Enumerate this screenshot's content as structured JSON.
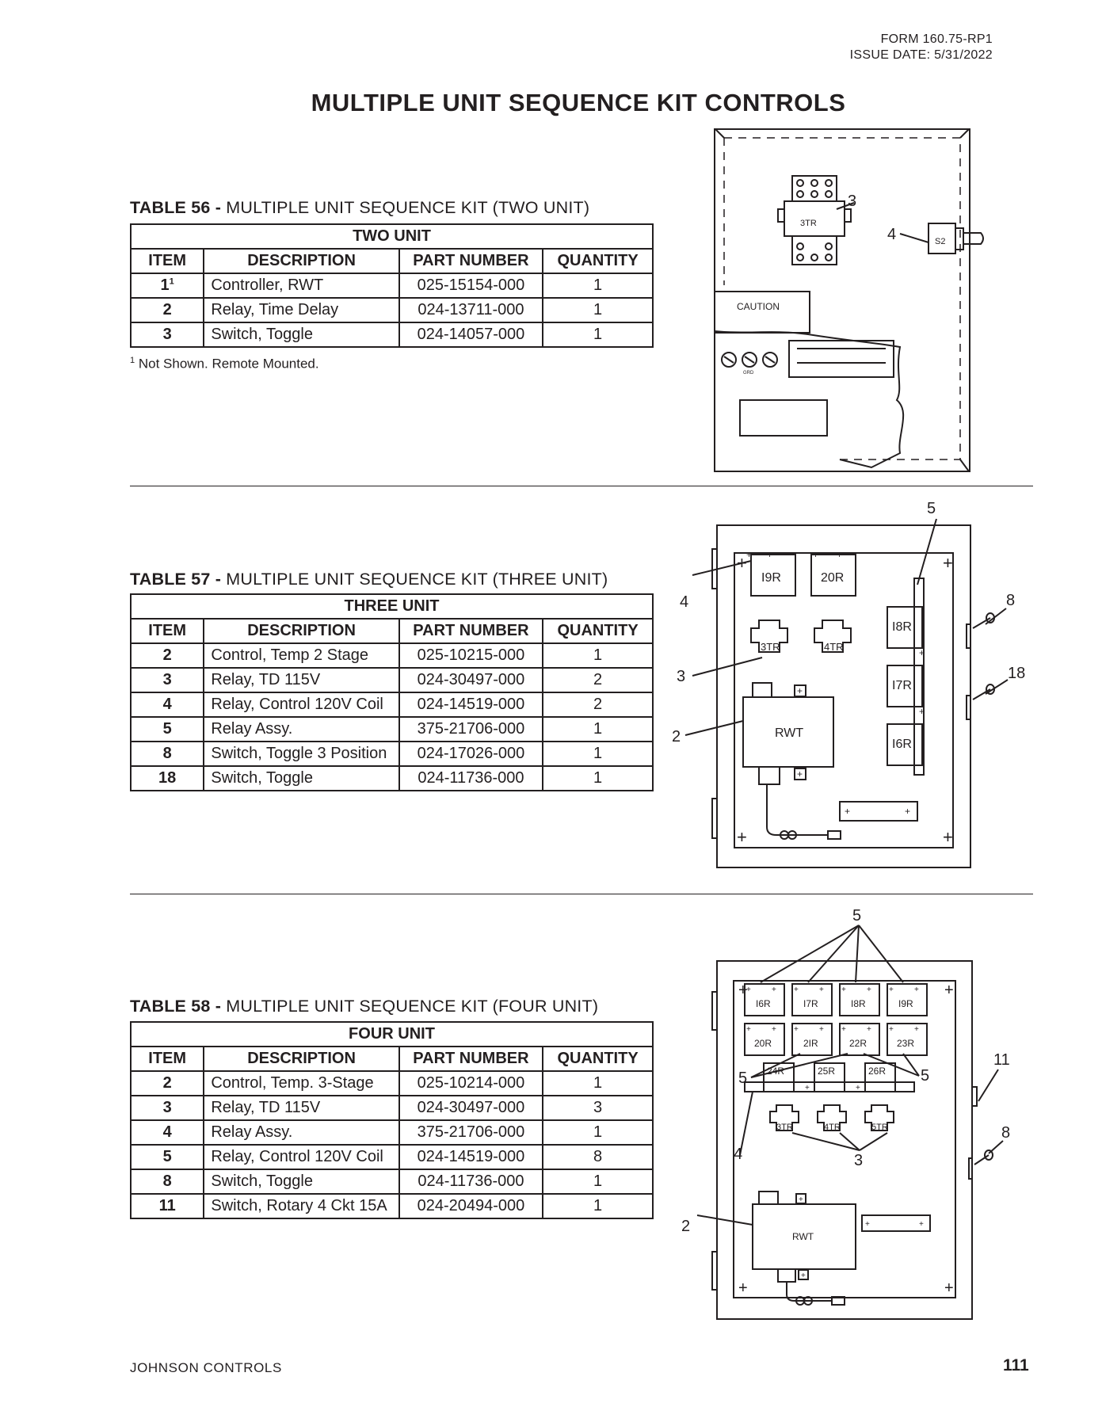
{
  "header": {
    "form": "FORM 160.75-RP1",
    "issue_date": "ISSUE DATE: 5/31/2022"
  },
  "page_title": "MULTIPLE UNIT SEQUENCE KIT CONTROLS",
  "columns": {
    "item": "ITEM",
    "description": "DESCRIPTION",
    "part_number": "PART NUMBER",
    "quantity": "QUANTITY"
  },
  "table56": {
    "label": "TABLE 56 -",
    "title": "MULTIPLE UNIT SEQUENCE KIT (TWO UNIT)",
    "group": "TWO UNIT",
    "rows": [
      {
        "item": "1",
        "item_sup": "1",
        "description": "Controller, RWT",
        "part_number": "025-15154-000",
        "quantity": "1"
      },
      {
        "item": "2",
        "description": "Relay, Time Delay",
        "part_number": "024-13711-000",
        "quantity": "1"
      },
      {
        "item": "3",
        "description": "Switch, Toggle",
        "part_number": "024-14057-000",
        "quantity": "1"
      }
    ],
    "footnote_mark": "1",
    "footnote": "Not Shown.  Remote Mounted."
  },
  "table57": {
    "label": "TABLE 57 -",
    "title": "MULTIPLE UNIT SEQUENCE KIT (THREE UNIT)",
    "group": "THREE UNIT",
    "rows": [
      {
        "item": "2",
        "description": "Control, Temp 2 Stage",
        "part_number": "025-10215-000",
        "quantity": "1"
      },
      {
        "item": "3",
        "description": "Relay, TD 115V",
        "part_number": "024-30497-000",
        "quantity": "2"
      },
      {
        "item": "4",
        "description": "Relay, Control 120V Coil",
        "part_number": "024-14519-000",
        "quantity": "2"
      },
      {
        "item": "5",
        "description": "Relay Assy.",
        "part_number": "375-21706-000",
        "quantity": "1"
      },
      {
        "item": "8",
        "description": "Switch, Toggle 3 Position",
        "part_number": "024-17026-000",
        "quantity": "1"
      },
      {
        "item": "18",
        "description": "Switch, Toggle",
        "part_number": "024-11736-000",
        "quantity": "1"
      }
    ]
  },
  "table58": {
    "label": "TABLE 58 -",
    "title": "MULTIPLE UNIT SEQUENCE KIT (FOUR UNIT)",
    "group": "FOUR UNIT",
    "rows": [
      {
        "item": "2",
        "description": "Control, Temp. 3-Stage",
        "part_number": "025-10214-000",
        "quantity": "1"
      },
      {
        "item": "3",
        "description": "Relay, TD 115V",
        "part_number": "024-30497-000",
        "quantity": "3"
      },
      {
        "item": "4",
        "description": "Relay Assy.",
        "part_number": "375-21706-000",
        "quantity": "1"
      },
      {
        "item": "5",
        "description": "Relay, Control 120V Coil",
        "part_number": "024-14519-000",
        "quantity": "8"
      },
      {
        "item": "8",
        "description": "Switch, Toggle",
        "part_number": "024-11736-000",
        "quantity": "1"
      },
      {
        "item": "11",
        "description": "Switch, Rotary 4 Ckt 15A",
        "part_number": "024-20494-000",
        "quantity": "1"
      }
    ]
  },
  "diagram1": {
    "relay": "3TR",
    "switch": "S2",
    "caution": "CAUTION",
    "ground": "GRD",
    "callouts": [
      "3",
      "4"
    ]
  },
  "diagram2": {
    "relays": [
      "I9R",
      "20R",
      "I8R",
      "I7R",
      "I6R"
    ],
    "td_relays": [
      "3TR",
      "4TR"
    ],
    "controller": "RWT",
    "callouts": [
      "5",
      "8",
      "4",
      "3",
      "18",
      "2"
    ]
  },
  "diagram3": {
    "relays_row1": [
      "I6R",
      "I7R",
      "I8R",
      "I9R"
    ],
    "relays_row2": [
      "20R",
      "2IR",
      "22R",
      "23R"
    ],
    "relays_row3": [
      "24R",
      "25R",
      "26R"
    ],
    "td_relays": [
      "3TR",
      "4TR",
      "5TR"
    ],
    "controller": "RWT",
    "callouts": [
      "5",
      "5",
      "5",
      "11",
      "4",
      "8",
      "3",
      "2"
    ]
  },
  "footer": {
    "company": "JOHNSON CONTROLS",
    "page": "111"
  }
}
